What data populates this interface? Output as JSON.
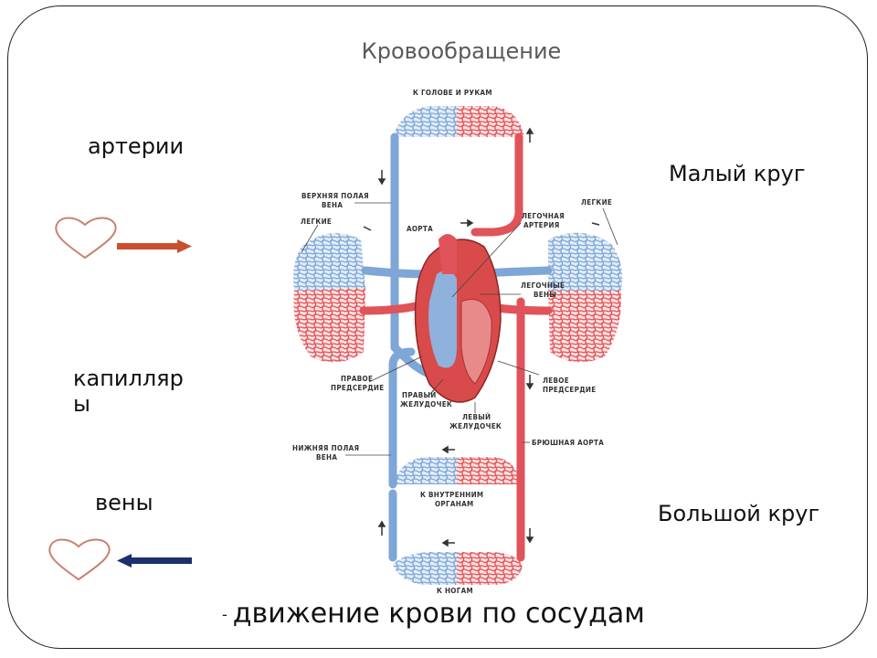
{
  "title": "Кровообращение",
  "legend": {
    "arteries": "артерии",
    "capillaries_line1": "капилляр",
    "capillaries_line2": "ы",
    "veins": "вены"
  },
  "circles": {
    "small": "Малый круг",
    "large": "Большой круг"
  },
  "diagram_labels": {
    "head": "К ГОЛОВЕ И РУКАМ",
    "sup_vena": "ВЕРХНЯЯ ПОЛАЯ",
    "sup_vena2": "ВЕНА",
    "aorta": "АОРТА",
    "pulm_artery": "ЛЕГОЧНАЯ",
    "pulm_artery2": "АРТЕРИЯ",
    "lungs_left": "ЛЕГКИЕ",
    "lungs_right": "ЛЕГКИЕ",
    "pulm_veins": "ЛЕГОЧНЫЕ",
    "pulm_veins2": "ВЕНЫ",
    "right_atrium": "ПРАВОЕ",
    "right_atrium2": "ПРЕДСЕРДИЕ",
    "right_ventricle": "ПРАВЫЙ",
    "right_ventricle2": "ЖЕЛУДОЧЕК",
    "left_atrium": "ЛЕВОЕ",
    "left_atrium2": "ПРЕДСЕРДИЕ",
    "left_ventricle": "ЛЕВЫЙ",
    "left_ventricle2": "ЖЕЛУДОЧЕК",
    "inf_vena": "НИЖНЯЯ ПОЛАЯ",
    "inf_vena2": "ВЕНА",
    "abd_aorta": "БРЮШНАЯ АОРТА",
    "organs": "К ВНУТРЕННИМ",
    "organs2": "ОРГАНАМ",
    "legs": "К НОГАМ"
  },
  "footer": {
    "dash": "-",
    "text": "движение крови по сосудам"
  },
  "colors": {
    "artery": "#e0535a",
    "vein": "#7ea6d6",
    "arrow_artery": "#c9502e",
    "arrow_vein": "#1c2f6e",
    "heart_outline": "#c98070"
  }
}
